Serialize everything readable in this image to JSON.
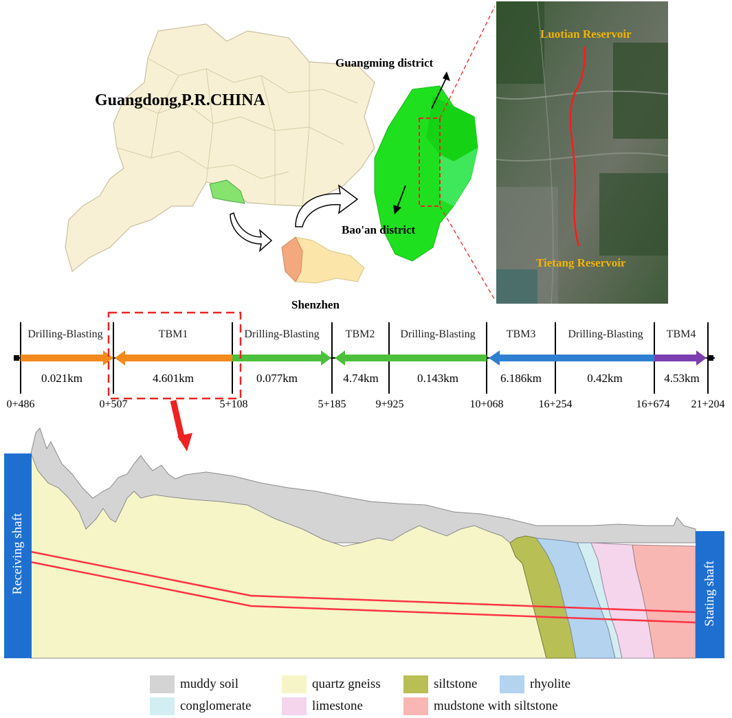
{
  "map": {
    "province_label": "Guangdong,P.R.CHINA",
    "city_label": "Shenzhen",
    "district_north": "Guangming district",
    "district_south": "Bao'an district",
    "reservoir_north": "Luotian Reservoir",
    "reservoir_south": "Tietang Reservoir"
  },
  "alignment": {
    "segments": [
      {
        "name": "Drilling-Blasting",
        "length": "0.021km",
        "color": "#f28a1c"
      },
      {
        "name": "TBM1",
        "length": "4.601km",
        "color": "#f28a1c"
      },
      {
        "name": "Drilling-Blasting",
        "length": "0.077km",
        "color": "#4cbf3c"
      },
      {
        "name": "TBM2",
        "length": "4.74km",
        "color": "#4cbf3c"
      },
      {
        "name": "Drilling-Blasting",
        "length": "0.143km",
        "color": "#4cbf3c"
      },
      {
        "name": "TBM3",
        "length": "6.186km",
        "color": "#2f7fd0"
      },
      {
        "name": "Drilling-Blasting",
        "length": "0.42km",
        "color": "#2f7fd0"
      },
      {
        "name": "TBM4",
        "length": "4.53km",
        "color": "#7b3fb0"
      }
    ],
    "chainages": [
      "0+486",
      "0+507",
      "5+108",
      "5+185",
      "9+925",
      "10+068",
      "16+254",
      "16+674",
      "21+204"
    ]
  },
  "profile": {
    "left_shaft": "Receiving shaft",
    "right_shaft": "Stating shaft"
  },
  "legend": [
    {
      "label": "muddy soil",
      "color": "#d4d4d4"
    },
    {
      "label": "quartz gneiss",
      "color": "#f6f5c8"
    },
    {
      "label": "siltstone",
      "color": "#b8bf55"
    },
    {
      "label": "rhyolite",
      "color": "#b3d3ef"
    },
    {
      "label": "conglomerate",
      "color": "#d3eef3"
    },
    {
      "label": "limestone",
      "color": "#f4d5ec"
    },
    {
      "label": "mudstone with siltstone",
      "color": "#f9b7b4"
    }
  ]
}
